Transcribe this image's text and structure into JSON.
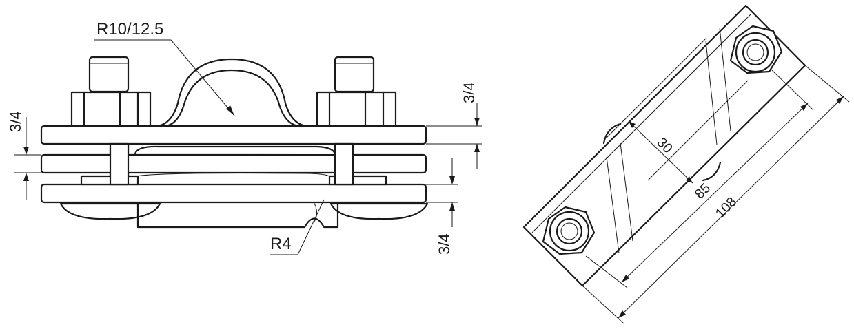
{
  "side_view": {
    "radius_label": "R10/12.5",
    "small_radius_label": "R4",
    "thickness_top_right": "3/4",
    "thickness_left": "3/4",
    "thickness_bottom_right": "3/4"
  },
  "top_view": {
    "width_label": "30",
    "hole_spacing_label": "85",
    "overall_length_label": "108"
  }
}
